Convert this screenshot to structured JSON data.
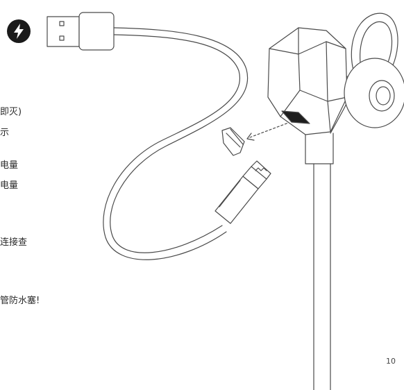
{
  "text_fragments": [
    "即灭)",
    "示",
    "电量",
    "电量",
    "连接查",
    "",
    "管防水塞!"
  ],
  "page_number": "10",
  "icons": {
    "charge": "lightning-bolt-icon"
  },
  "colors": {
    "ink": "#2b2b2b",
    "line": "#4a4a4a",
    "badge": "#1a1a1a"
  }
}
